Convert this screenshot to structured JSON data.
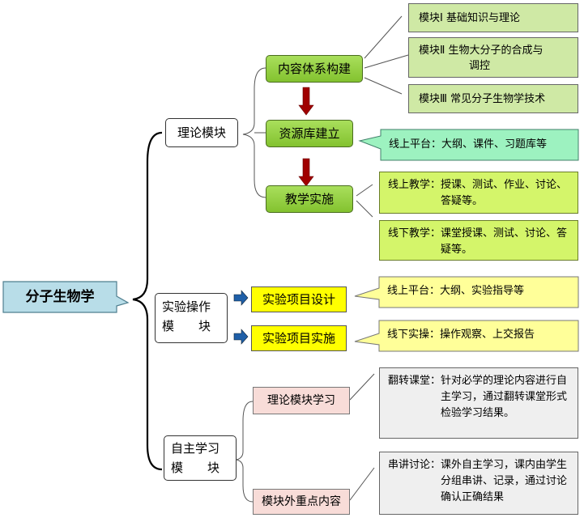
{
  "root": {
    "label": "分子生物学"
  },
  "modules": {
    "theory": {
      "label": "理论模块"
    },
    "experiment": {
      "label_line1": "实验操作",
      "label_line2": "模　　块"
    },
    "self_study": {
      "label_line1": "自主学习",
      "label_line2": "模　　块"
    }
  },
  "theory_steps": {
    "content_system": "内容体系构建",
    "resource_library": "资源库建立",
    "teaching": "教学实施"
  },
  "content_system_items": [
    {
      "label": "模块Ⅰ  基础知识与理论"
    },
    {
      "label_line1": "模块Ⅱ  生物大分子的合成与",
      "label_line2": "调控"
    },
    {
      "label": "模块Ⅲ  常见分子生物学技术"
    }
  ],
  "resource_note": {
    "key": "线上平台：",
    "value": "大纲、课件、习题库等"
  },
  "teaching_notes": [
    {
      "key": "线上教学：",
      "value": "授课、测试、作业、讨论、答疑等。"
    },
    {
      "key": "线下教学：",
      "value": "课堂授课、测试、讨论、答疑等。"
    }
  ],
  "experiment_steps": {
    "design": "实验项目设计",
    "implement": "实验项目实施"
  },
  "experiment_notes": [
    {
      "key": "线上平台：",
      "value": "大纲、实验指导等"
    },
    {
      "key": "线下实操：",
      "value": "操作观察、上交报告"
    }
  ],
  "self_study_steps": {
    "theory_learning": "理论模块学习",
    "key_content": "模块外重点内容"
  },
  "self_study_notes": [
    {
      "key": "翻转课堂：",
      "value": "针对必学的理论内容进行自主学习，通过翻转课堂形式检验学习结果。"
    },
    {
      "key": "串讲讨论：",
      "value": "课外自主学习，课内由学生分组串讲、记录，通过讨论确认正确结果"
    }
  ],
  "colors": {
    "green_box": "#8dcb3a",
    "yellow_box": "#ffff00",
    "pink_box": "#f8dcd8",
    "root_box": "#b8dde8",
    "arrow_red": "#a00000",
    "arrow_blue": "#1f5fa8"
  }
}
